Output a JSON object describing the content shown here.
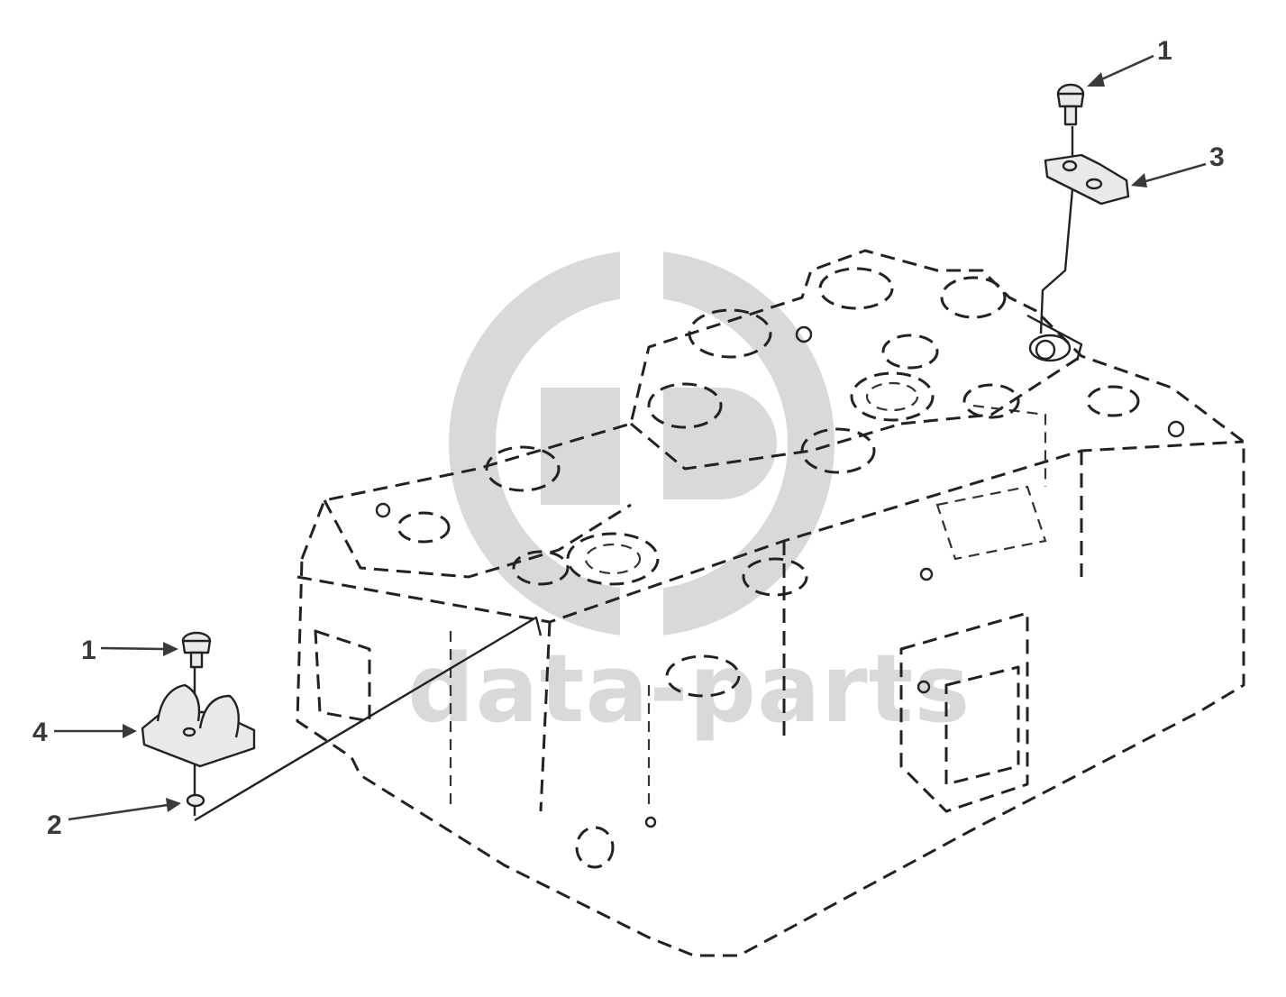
{
  "watermark": {
    "text": "data-parts",
    "color": "#d9d9d9"
  },
  "callouts": [
    {
      "id": "callout-1-top",
      "label": "1"
    },
    {
      "id": "callout-3",
      "label": "3"
    },
    {
      "id": "callout-1-left",
      "label": "1"
    },
    {
      "id": "callout-4",
      "label": "4"
    },
    {
      "id": "callout-2",
      "label": "2"
    }
  ],
  "colors": {
    "line": "#222222",
    "callout": "#3a3a3a",
    "part_fill": "#e9e9e9"
  }
}
